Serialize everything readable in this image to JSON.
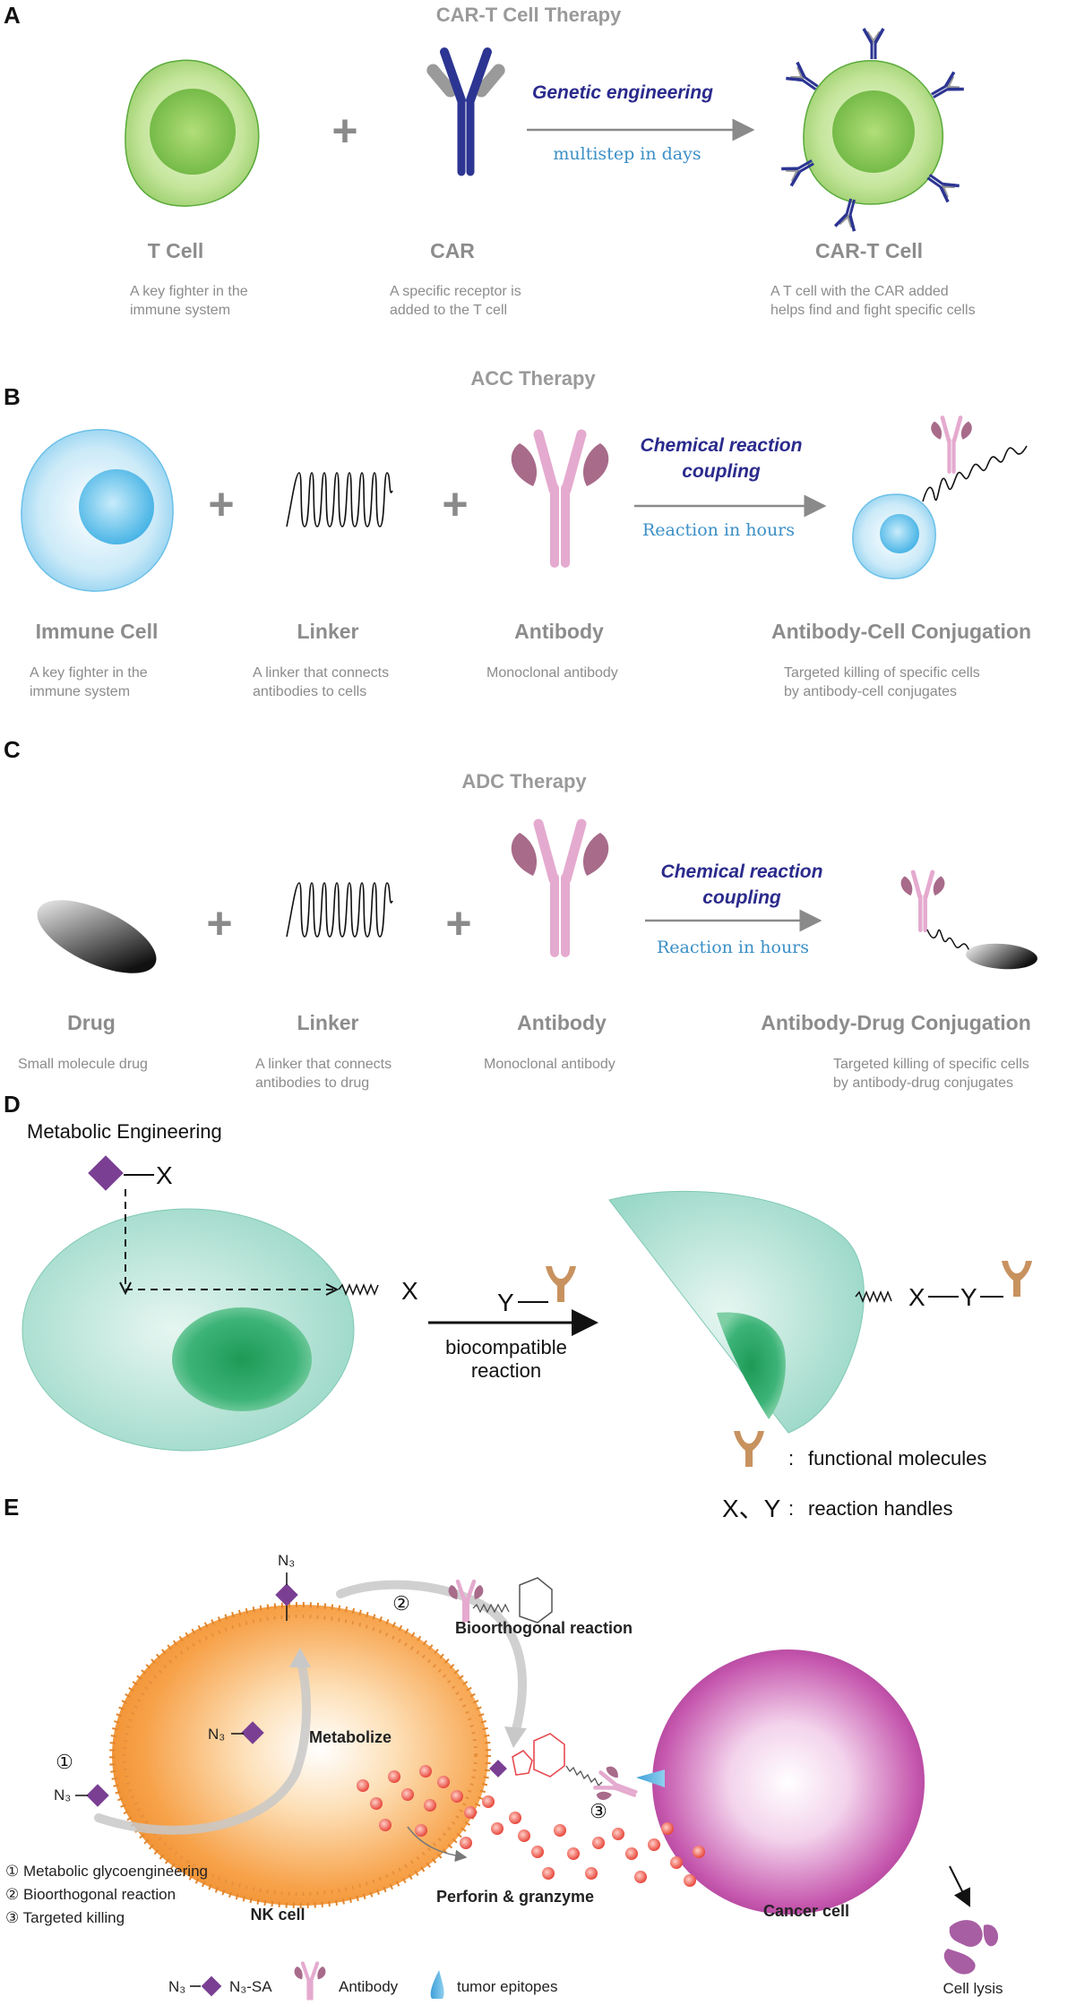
{
  "panel_a": {
    "label": "A",
    "title": "CAR-T Cell Therapy",
    "items": [
      {
        "name": "T Cell",
        "desc1": "A key fighter in the",
        "desc2": "immune system"
      },
      {
        "name": "CAR",
        "desc1": "A specific receptor is",
        "desc2": "added to the T cell"
      },
      {
        "name": "CAR-T Cell",
        "desc1": "A T cell with the CAR added",
        "desc2": "helps find and fight specific cells"
      }
    ],
    "arrow_top": "Genetic engineering",
    "arrow_bottom": "multistep in days",
    "plus": "+"
  },
  "panel_b": {
    "label": "B",
    "title": "ACC Therapy",
    "items": [
      {
        "name": "Immune Cell",
        "desc1": "A key fighter in the",
        "desc2": "immune system"
      },
      {
        "name": "Linker",
        "desc1": "A linker that connects",
        "desc2": "antibodies to cells"
      },
      {
        "name": "Antibody",
        "desc1": "Monoclonal antibody",
        "desc2": ""
      },
      {
        "name": "Antibody-Cell Conjugation",
        "desc1": "Targeted killing of specific cells",
        "desc2": "by antibody-cell conjugates"
      }
    ],
    "arrow_top1": "Chemical reaction",
    "arrow_top2": "coupling",
    "arrow_bottom": "Reaction in hours",
    "plus": "+"
  },
  "panel_c": {
    "label": "C",
    "title": "ADC Therapy",
    "items": [
      {
        "name": "Drug",
        "desc1": "Small molecule drug",
        "desc2": ""
      },
      {
        "name": "Linker",
        "desc1": "A linker that connects",
        "desc2": "antibodies to drug"
      },
      {
        "name": "Antibody",
        "desc1": "Monoclonal antibody",
        "desc2": ""
      },
      {
        "name": "Antibody-Drug Conjugation",
        "desc1": "Targeted killing of specific cells",
        "desc2": "by antibody-drug conjugates"
      }
    ],
    "arrow_top1": "Chemical reaction",
    "arrow_top2": "coupling",
    "arrow_bottom": "Reaction in hours",
    "plus": "+"
  },
  "panel_d": {
    "label": "D",
    "title": "Metabolic Engineering",
    "handle_x": "X",
    "handle_y": "Y",
    "chain": "X—Y—",
    "arrow1": "biocompatible",
    "arrow2": "reaction",
    "legend1": "functional molecules",
    "legend2_key": "X、Y",
    "legend2": "reaction handles",
    "colon": ":"
  },
  "panel_e": {
    "label": "E",
    "n3": "N₃",
    "circ1": "①",
    "circ2": "②",
    "circ3": "③",
    "bio_reaction": "Bioorthogonal reaction",
    "metabolize": "Metabolize",
    "steps": [
      "① Metabolic glycoengineering",
      "② Bioorthogonal reaction",
      "③ Targeted killing"
    ],
    "nk_cell": "NK cell",
    "perforin": "Perforin & granzyme",
    "cancer_cell": "Cancer cell",
    "cell_lysis": "Cell lysis",
    "legend": {
      "n3": "N₃",
      "n3sa": "N₃-SA",
      "antibody": "Antibody",
      "epitopes": "tumor epitopes"
    }
  },
  "colors": {
    "car_blue": "#2c3592",
    "antibody_pink": "#e5aacf",
    "antibody_dark": "#a86b8a",
    "functional_brown": "#c8925f",
    "nk_orange": "#f7a24a",
    "cancer_magenta": "#c050a8",
    "granule_red": "#e8473c",
    "glyco_purple": "#7a3f93"
  }
}
